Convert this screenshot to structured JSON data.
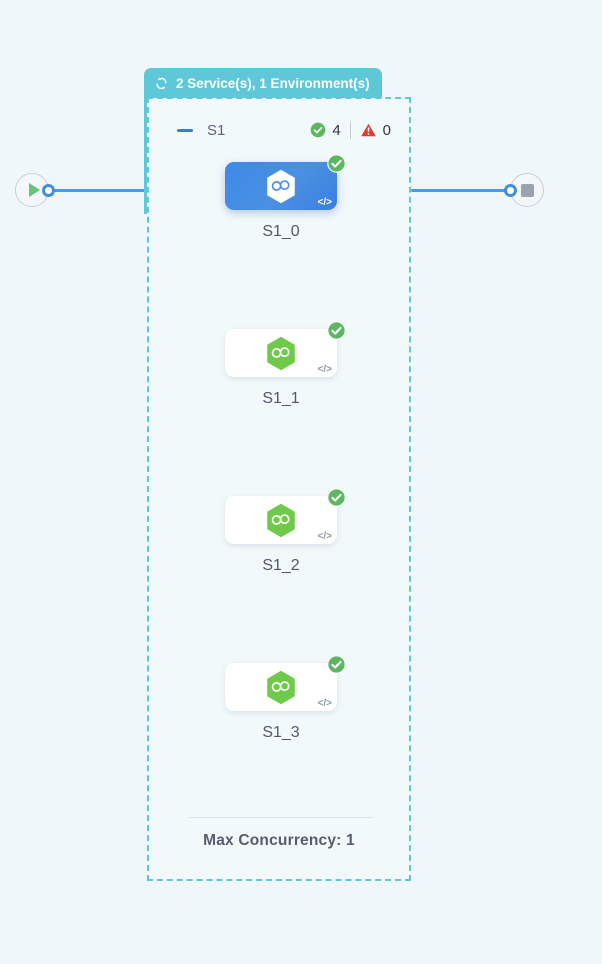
{
  "canvas": {
    "background_color": "#eff7fa",
    "accent_color": "#5ec8d8",
    "edge_color": "#4a9ae8"
  },
  "start_node": {
    "icon": "play-icon",
    "icon_color": "#68c47a"
  },
  "end_node": {
    "icon": "stop-icon",
    "icon_color": "#9aa3ae"
  },
  "group": {
    "header_label": "2 Service(s), 1 Environment(s)",
    "header_icon": "sync-icon",
    "collapse_icon": "collapse-minus-icon",
    "name": "S1",
    "status": {
      "success_icon": "check-circle-icon",
      "success_count": "4",
      "success_color": "#5cb860",
      "error_icon": "warning-triangle-icon",
      "error_count": "0",
      "error_color": "#e03e2f"
    },
    "footer_label": "Max Concurrency: 1",
    "nodes": [
      {
        "label": "S1_0",
        "selected": true,
        "icon": "hexagon-infinity-icon",
        "icon_color": "#ffffff",
        "card_color": "#4a90e2",
        "badge": "check-circle-icon",
        "badge_color": "#5cb860",
        "code_icon": "code-brackets-icon"
      },
      {
        "label": "S1_1",
        "selected": false,
        "icon": "hexagon-infinity-icon",
        "icon_color": "#6fca4a",
        "card_color": "#ffffff",
        "badge": "check-circle-icon",
        "badge_color": "#5cb860",
        "code_icon": "code-brackets-icon"
      },
      {
        "label": "S1_2",
        "selected": false,
        "icon": "hexagon-infinity-icon",
        "icon_color": "#6fca4a",
        "card_color": "#ffffff",
        "badge": "check-circle-icon",
        "badge_color": "#5cb860",
        "code_icon": "code-brackets-icon"
      },
      {
        "label": "S1_3",
        "selected": false,
        "icon": "hexagon-infinity-icon",
        "icon_color": "#6fca4a",
        "card_color": "#ffffff",
        "badge": "check-circle-icon",
        "badge_color": "#5cb860",
        "code_icon": "code-brackets-icon"
      }
    ]
  }
}
